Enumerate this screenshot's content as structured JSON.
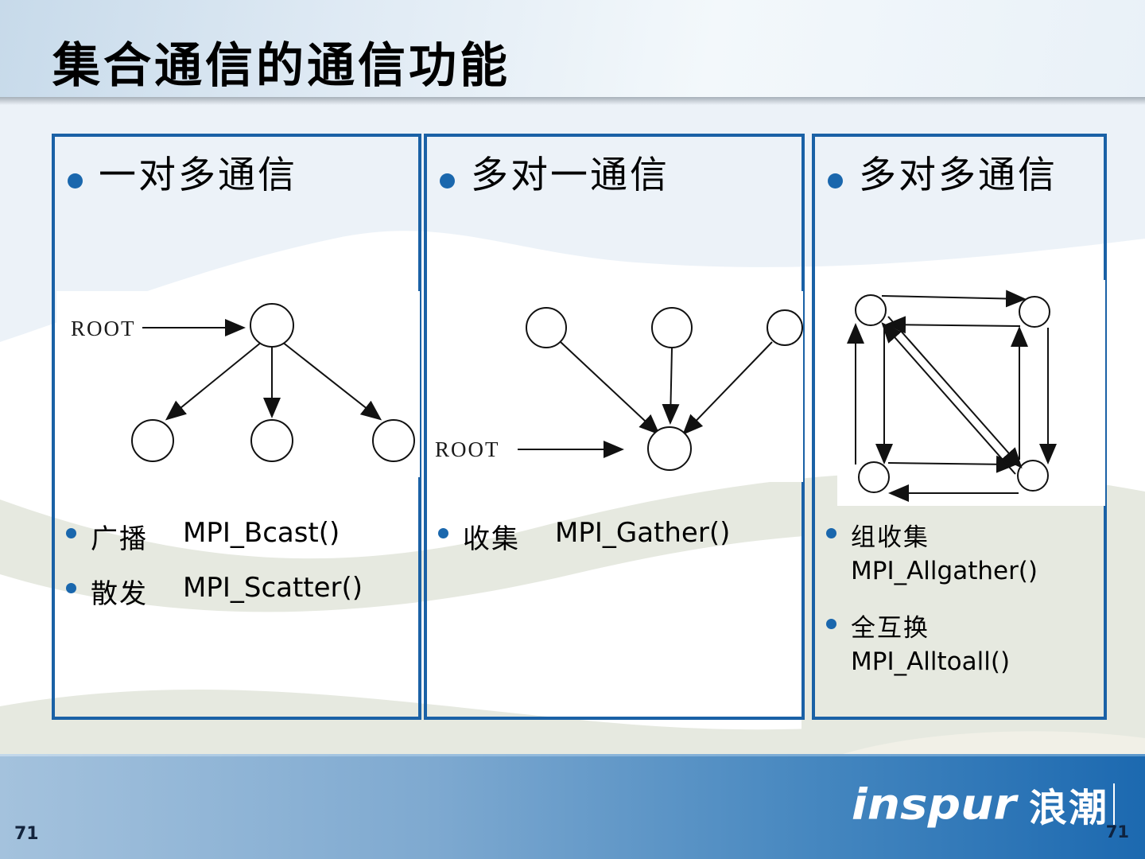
{
  "title": "集合通信的通信功能",
  "columns": [
    {
      "header": "一对多通信",
      "diagram_label": "ROOT",
      "bullets": [
        {
          "cn": "广播",
          "fn": "MPI_Bcast()"
        },
        {
          "cn": "散发",
          "fn": "MPI_Scatter()"
        }
      ]
    },
    {
      "header": "多对一通信",
      "diagram_label": "ROOT",
      "bullets": [
        {
          "cn": "收集",
          "fn": "MPI_Gather()"
        }
      ]
    },
    {
      "header": "多对多通信",
      "bullets": [
        {
          "cn": "组收集",
          "fn": "MPI_Allgather()"
        },
        {
          "cn": "全互换",
          "fn": "MPI_Alltoall()"
        }
      ]
    }
  ],
  "footer": {
    "logo_latin": "inspur",
    "logo_cn": "浪潮",
    "page_left": "71",
    "page_right": "71"
  },
  "colors": {
    "accent_blue": "#1a67ad",
    "panel_border": "#1a61a6",
    "footer_left": "#a4c2dd",
    "footer_right": "#1c69b0"
  }
}
